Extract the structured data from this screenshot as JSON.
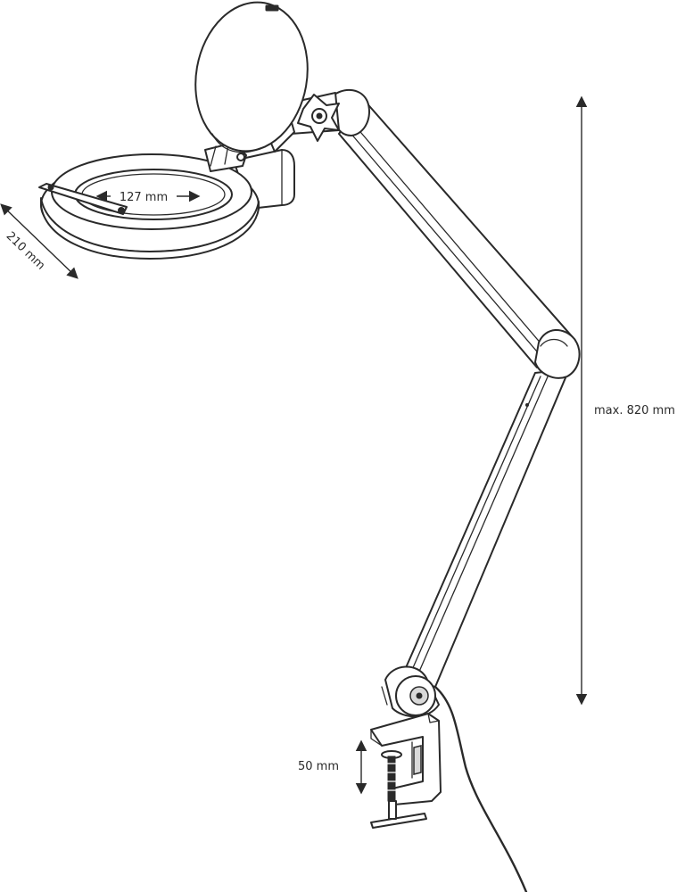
{
  "dimensions": {
    "lens_diameter": "127 mm",
    "head_width": "210 mm",
    "max_height": "max. 820 mm",
    "clamp_opening": "50 mm"
  },
  "colors": {
    "line": "#2a2a2a",
    "background": "#ffffff",
    "shade": "#d9d9d9"
  }
}
